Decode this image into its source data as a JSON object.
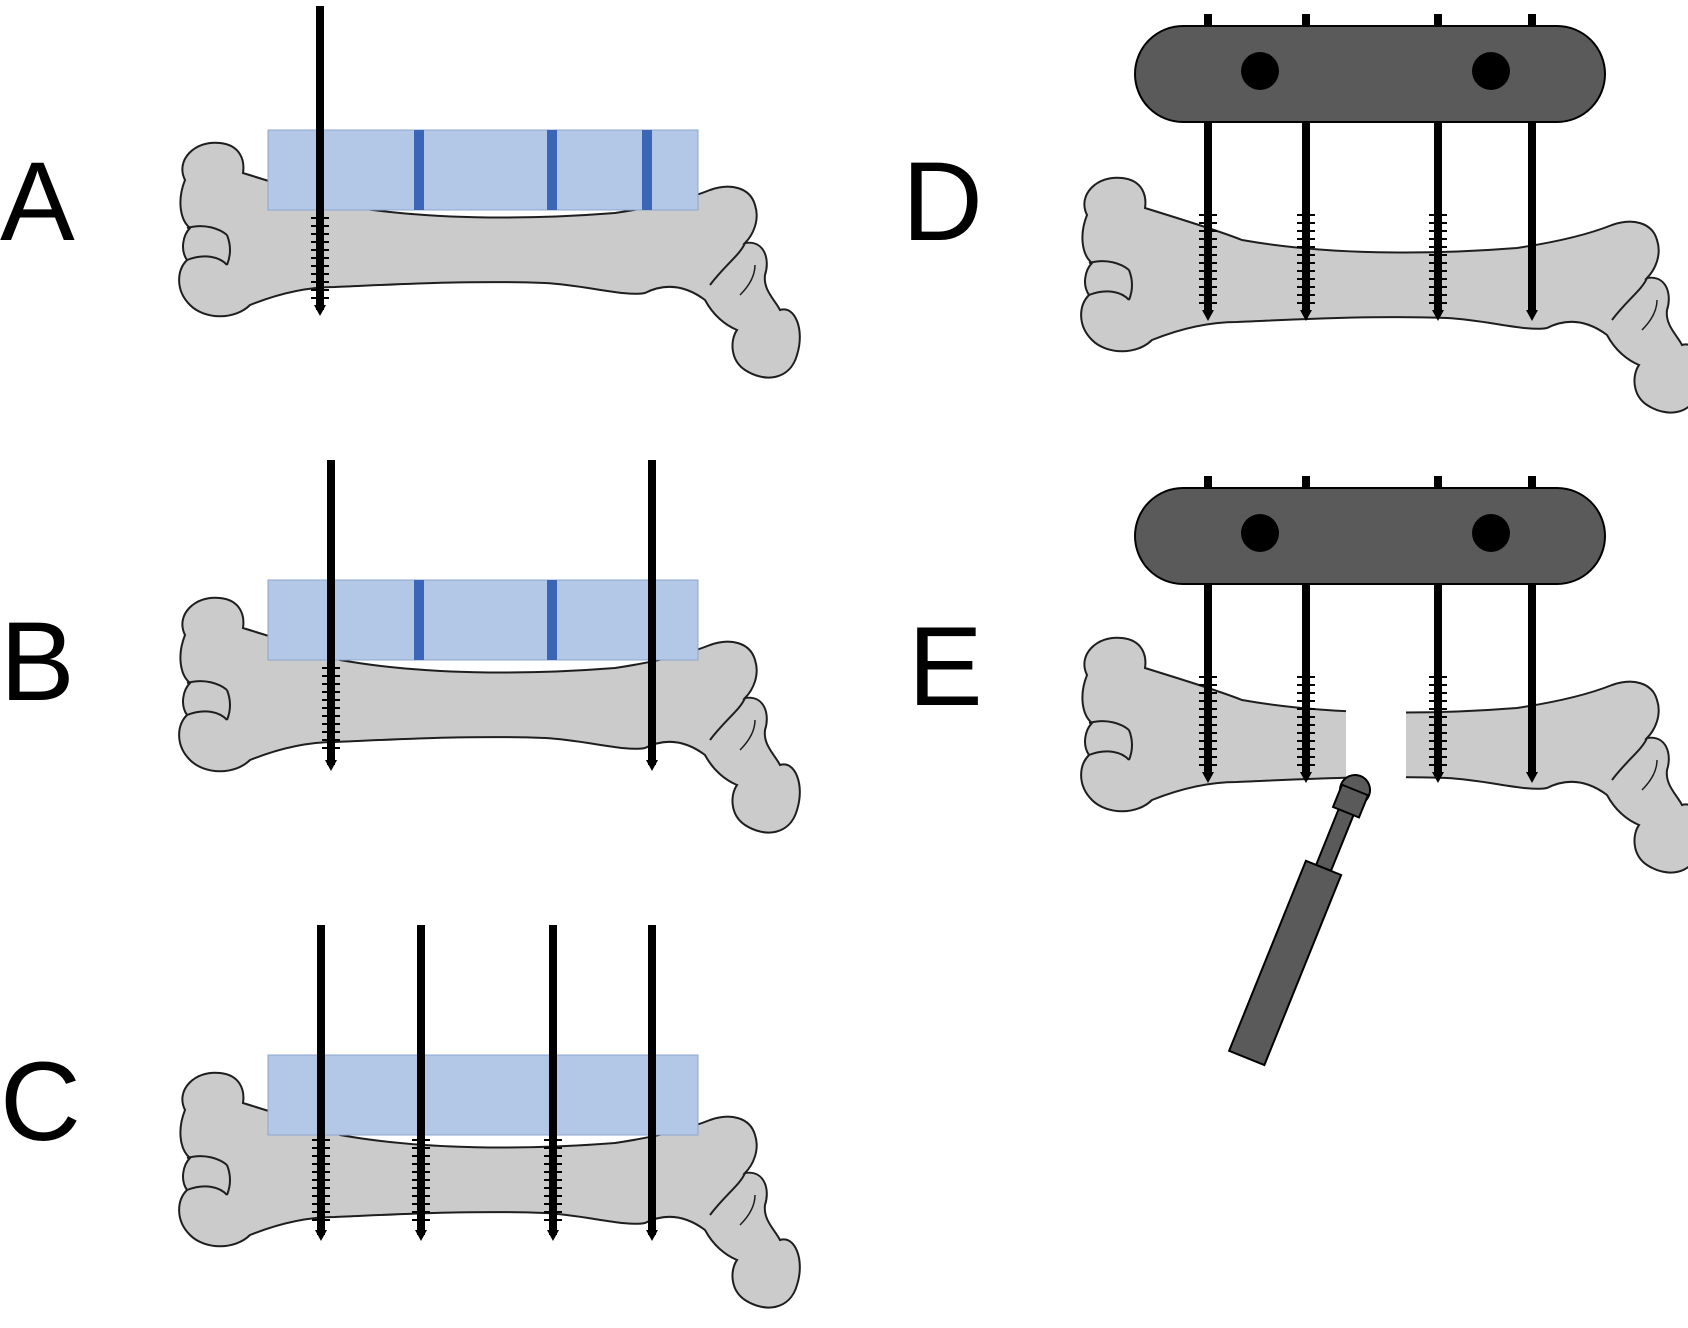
{
  "figure": {
    "panels": [
      {
        "id": "A",
        "label": "A"
      },
      {
        "id": "B",
        "label": "B"
      },
      {
        "id": "C",
        "label": "C"
      },
      {
        "id": "D",
        "label": "D"
      },
      {
        "id": "E",
        "label": "E"
      }
    ]
  },
  "colors": {
    "bone_fill": "#cbcbcb",
    "bone_outline": "#1e1e1e",
    "guide_fill": "#b3c7e6",
    "guide_slot": "#3b66b6",
    "pin": "#000000",
    "fixator": "#5a5a5a",
    "fixator_outline": "#000000",
    "tool": "#5a5a5a"
  }
}
